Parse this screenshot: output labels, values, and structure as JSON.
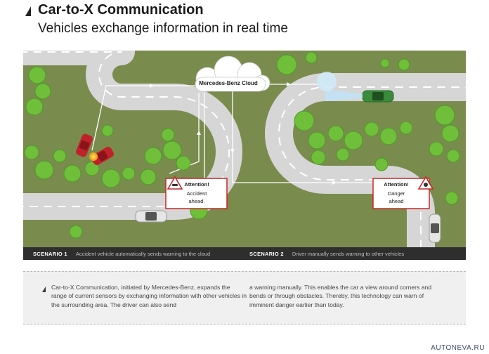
{
  "header": {
    "title": "Car-to-X Communication",
    "subtitle": "Vehicles exchange information in real time"
  },
  "scene": {
    "cloud_label": "Mercedes-Benz Cloud",
    "warning_left": {
      "title": "Attention!",
      "line1": "Accident",
      "line2": "ahead."
    },
    "warning_right": {
      "title": "Attention!",
      "line1": "Danger",
      "line2": "ahead"
    }
  },
  "scenarios": [
    {
      "label": "SCENARIO 1",
      "text": "Accident vehicle automatically sends warning to the cloud"
    },
    {
      "label": "SCENARIO 2",
      "text": "Driver manually sends warning to other vehicles"
    }
  ],
  "info": {
    "col1": "Car-to-X Communication, initiated by Mercedes-Benz, expands the range of current sensors by exchanging information with other vehicles in the surrounding area. The driver can also send",
    "col2": "a warning manually. This enables the car a view around corners and bends or through obstacles. Thereby, this technology can warn of imminent danger earlier than today."
  },
  "watermark": "AUTONEVA.RU",
  "colors": {
    "grass": "#7a8b4e",
    "road": "#d6d6d6",
    "tree": "#6fbf3a",
    "accident_car": "#c0222b",
    "green_car": "#3c8a3c",
    "warning_red": "#c62828",
    "scenario_bar": "#2e2e2e"
  }
}
